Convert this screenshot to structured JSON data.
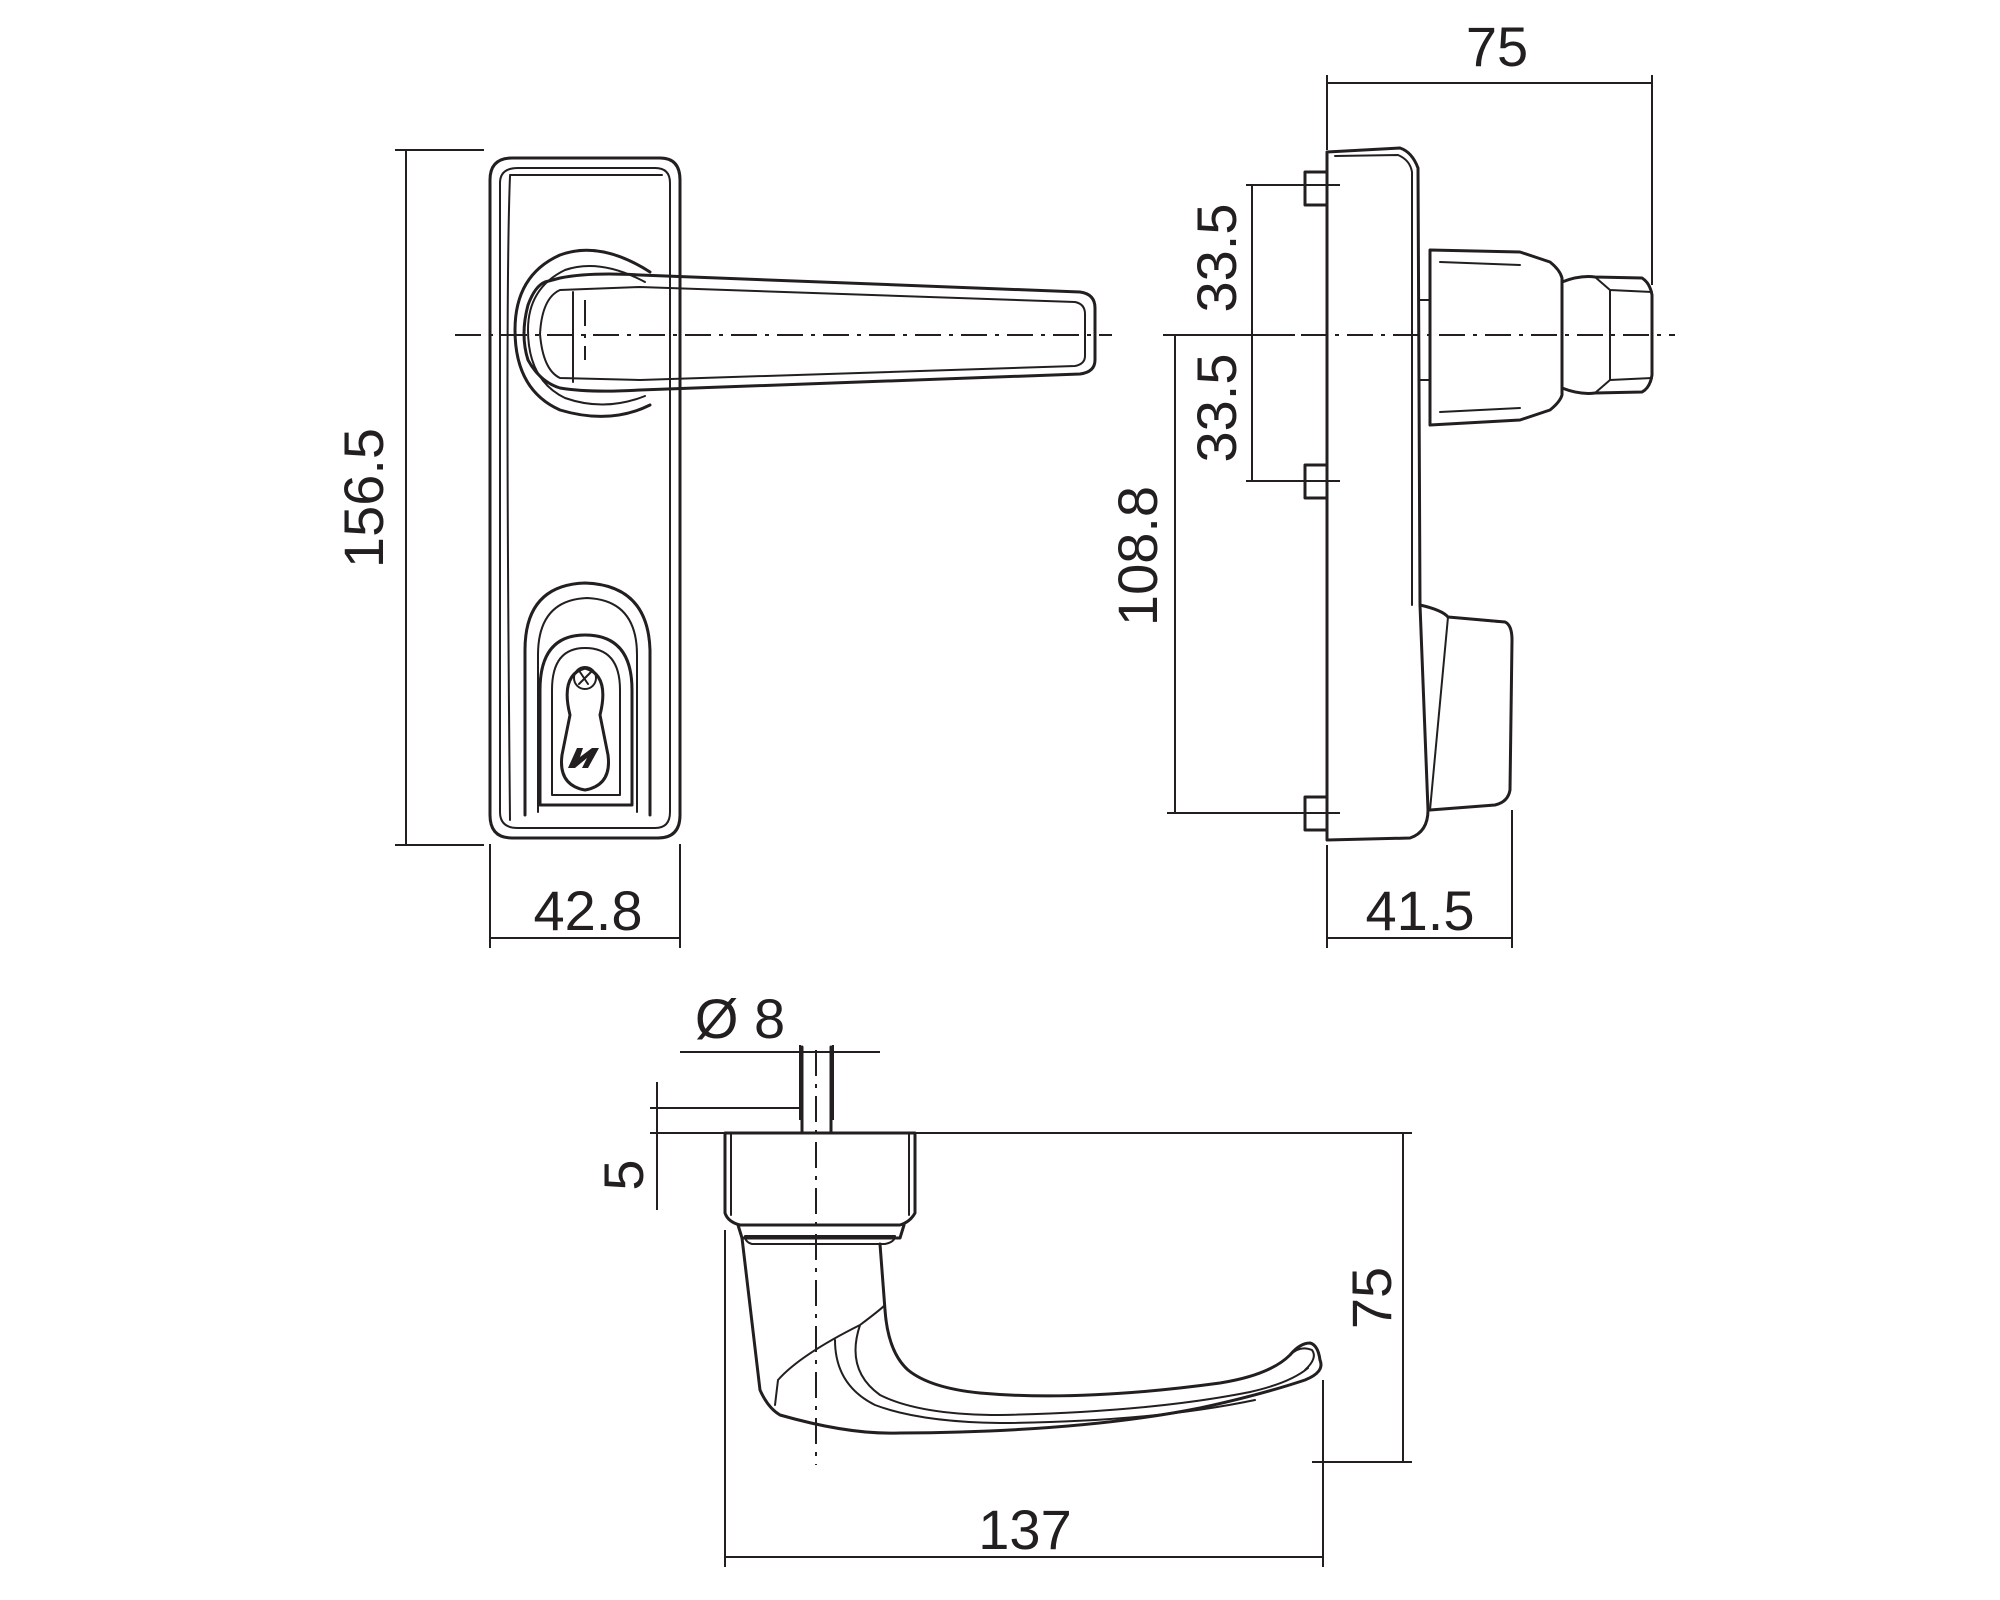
{
  "dimensions": {
    "front_height": "156.5",
    "front_width": "42.8",
    "side_depth": "75",
    "side_upper_offset": "33.5",
    "side_lower_offset": "33.5",
    "side_lower_span": "108.8",
    "side_base_depth": "41.5",
    "top_pin_diameter": "Ø 8",
    "top_pin_height": "5",
    "top_lever_depth": "75",
    "top_lever_length": "137"
  },
  "colors": {
    "line": "#231f20",
    "background": "#ffffff"
  }
}
